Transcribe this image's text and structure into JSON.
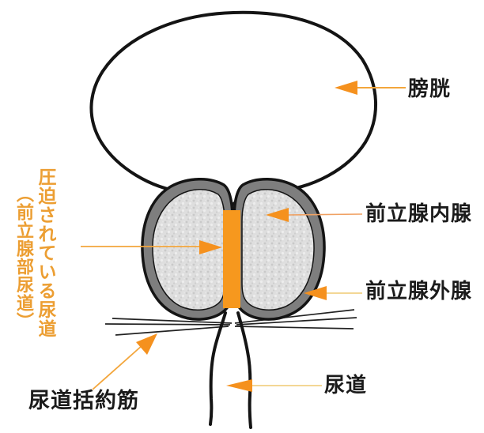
{
  "figure": {
    "title": "prostate-bladder-anatomy-diagram",
    "labels": {
      "bladder": "膀胱",
      "prostate_inner_gland": "前立腺内腺",
      "prostate_outer_gland": "前立腺外腺",
      "urethra": "尿道",
      "urethral_sphincter": "尿道括約筋",
      "compressed_urethra_line1": "圧迫されている尿道",
      "compressed_urethra_line2": "（前立腺部尿道）"
    },
    "colors": {
      "highlight_bar_orange": "#f6981e",
      "arrow_head_orange": "#f5911e",
      "arrow_line_orange": "#f3a63c",
      "arrow_line_pale": "#f3d795",
      "vertical_label_orange": "#ec9e32",
      "outer_gland_gray": "#7e7e7e",
      "inner_gland_stipple_gray": "#dedede",
      "outline_black": "#141414",
      "label_text_black": "#1b1b1b"
    }
  }
}
